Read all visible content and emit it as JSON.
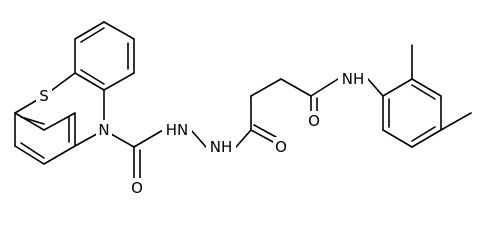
{
  "atoms": {
    "sulfur": "S",
    "ring_nitrogen": "N",
    "carbonyl_oxygen_1": "O",
    "hydrazide_nh_1": "HN",
    "hydrazide_nh_2": "NH",
    "carbonyl_oxygen_2": "O",
    "carbonyl_oxygen_3": "O",
    "amide_nh": "NH"
  }
}
